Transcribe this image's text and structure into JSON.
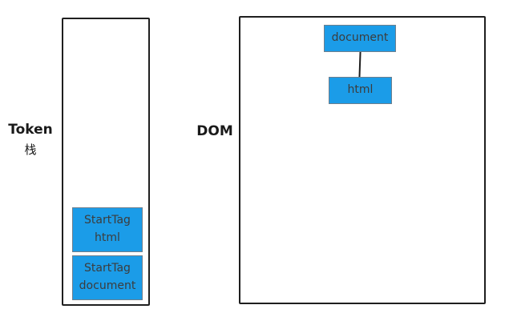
{
  "labels": {
    "token_line1": "Token",
    "token_line2": "栈",
    "dom": "DOM"
  },
  "token_stack": {
    "items": [
      {
        "line1": "StartTag",
        "line2": "html"
      },
      {
        "line1": "StartTag",
        "line2": "document"
      }
    ]
  },
  "dom_tree": {
    "root_label": "document",
    "child_label": "html"
  },
  "colors": {
    "node_fill": "#1b9ce8",
    "node_border": "#6e7f8d",
    "container_border": "#1f1f1f",
    "node_text": "#3c3c3c",
    "background": "#ffffff"
  }
}
